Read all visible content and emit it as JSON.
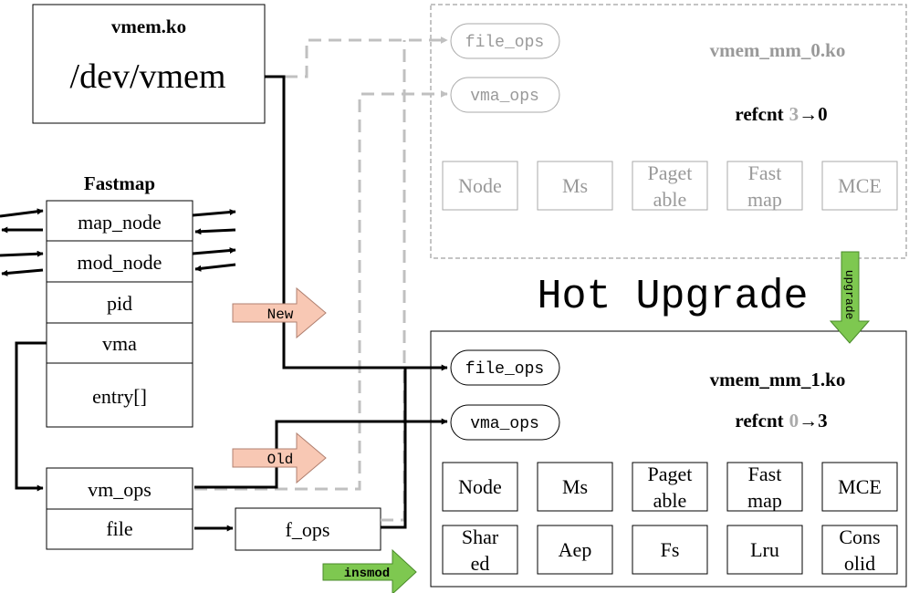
{
  "vmem_box": {
    "title": "vmem.ko",
    "device": "/dev/vmem"
  },
  "fastmap": {
    "title": "Fastmap",
    "fields": [
      "map_node",
      "mod_node",
      "pid",
      "vma",
      "entry[]"
    ]
  },
  "vm_box": {
    "fields": [
      "vm_ops",
      "file"
    ]
  },
  "f_ops": "f_ops",
  "hot_upgrade": "Hot Upgrade",
  "old_module": {
    "name": "vmem_mm_0.ko",
    "refcnt_label": "refcnt",
    "refcnt_from": "3",
    "refcnt_arrow": "→",
    "refcnt_to": "0",
    "ops": [
      "file_ops",
      "vma_ops"
    ],
    "components": [
      [
        "Node"
      ],
      [
        "Ms"
      ],
      [
        "Paget",
        "able"
      ],
      [
        "Fast",
        "map"
      ],
      [
        "MCE"
      ]
    ]
  },
  "new_module": {
    "name": "vmem_mm_1.ko",
    "refcnt_label": "refcnt",
    "refcnt_from": "0",
    "refcnt_arrow": "→",
    "refcnt_to": "3",
    "ops": [
      "file_ops",
      "vma_ops"
    ],
    "components_row1": [
      [
        "Node"
      ],
      [
        "Ms"
      ],
      [
        "Paget",
        "able"
      ],
      [
        "Fast",
        "map"
      ],
      [
        "MCE"
      ]
    ],
    "components_row2": [
      [
        "Shar",
        "ed"
      ],
      [
        "Aep"
      ],
      [
        "Fs"
      ],
      [
        "Lru"
      ],
      [
        "Cons",
        "olid"
      ]
    ]
  },
  "arrows": {
    "new": "New",
    "old": "Old",
    "upgrade": "upgrade",
    "insmod": "insmod"
  },
  "colors": {
    "line": "#000000",
    "faded": "#aaaaaa",
    "dashed_line": "#c0c0c0",
    "new_old_fill": "#f8c8b4",
    "green_fill": "#7ec850"
  }
}
